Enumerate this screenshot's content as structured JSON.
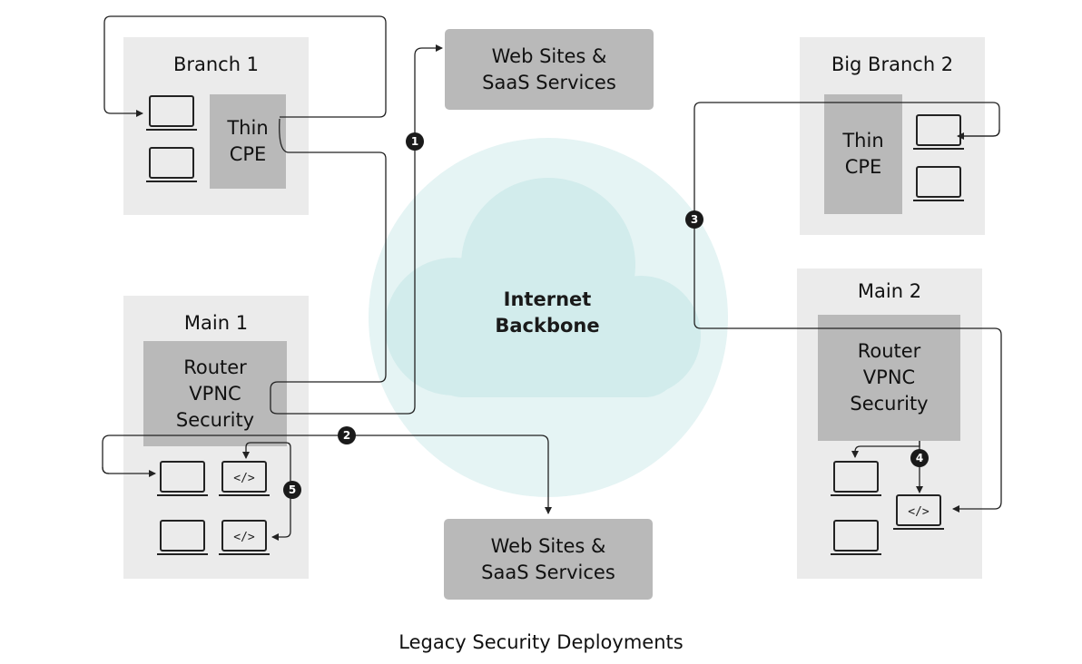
{
  "title": "Legacy Security Deployments",
  "cloud": {
    "line1": "Internet",
    "line2": "Backbone"
  },
  "branch1": {
    "title": "Branch 1",
    "device_line1": "Thin",
    "device_line2": "CPE"
  },
  "big_branch2": {
    "title": "Big Branch 2",
    "device_line1": "Thin",
    "device_line2": "CPE"
  },
  "main1": {
    "title": "Main 1",
    "device_line1": "Router",
    "device_line2": "VPNC",
    "device_line3": "Security"
  },
  "main2": {
    "title": "Main 2",
    "device_line1": "Router",
    "device_line2": "VPNC",
    "device_line3": "Security"
  },
  "services_top": {
    "line1": "Web Sites &",
    "line2": "SaaS Services"
  },
  "services_bottom": {
    "line1": "Web Sites &",
    "line2": "SaaS Services"
  },
  "badges": {
    "b1": "1",
    "b2": "2",
    "b3": "3",
    "b4": "4",
    "b5": "5"
  },
  "code_icon_text": "</>",
  "colors": {
    "panel": "#ebebeb",
    "box": "#b9b9b9",
    "cloud_outer": "#e5f4f4",
    "cloud_inner": "#d2ecec",
    "line": "#222222"
  }
}
